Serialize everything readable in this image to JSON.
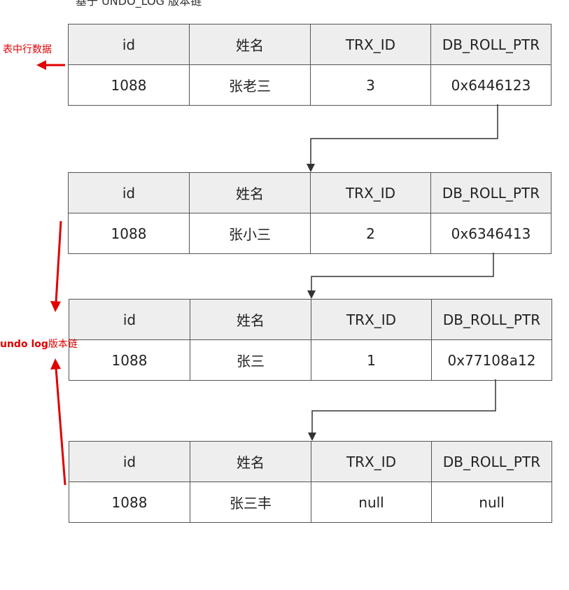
{
  "caption": "基于 UNDO_LOG 版本链",
  "headers": [
    "id",
    "姓名",
    "TRX_ID",
    "DB_ROLL_PTR"
  ],
  "records": [
    {
      "id": "1088",
      "name": "张老三",
      "trx_id": "3",
      "roll_ptr": "0x6446123"
    },
    {
      "id": "1088",
      "name": "张小三",
      "trx_id": "2",
      "roll_ptr": "0x6346413"
    },
    {
      "id": "1088",
      "name": "张三",
      "trx_id": "1",
      "roll_ptr": "0x77108a12"
    },
    {
      "id": "1088",
      "name": "张三丰",
      "trx_id": "null",
      "roll_ptr": "null"
    }
  ],
  "annotations": {
    "row_data_label": "表中行数据",
    "undo_log_prefix": "undo log",
    "undo_log_suffix": "版本链"
  },
  "colors": {
    "annotation": "#e00000",
    "connector": "#333333",
    "header_bg": "#eeeeee",
    "border": "#555555"
  }
}
